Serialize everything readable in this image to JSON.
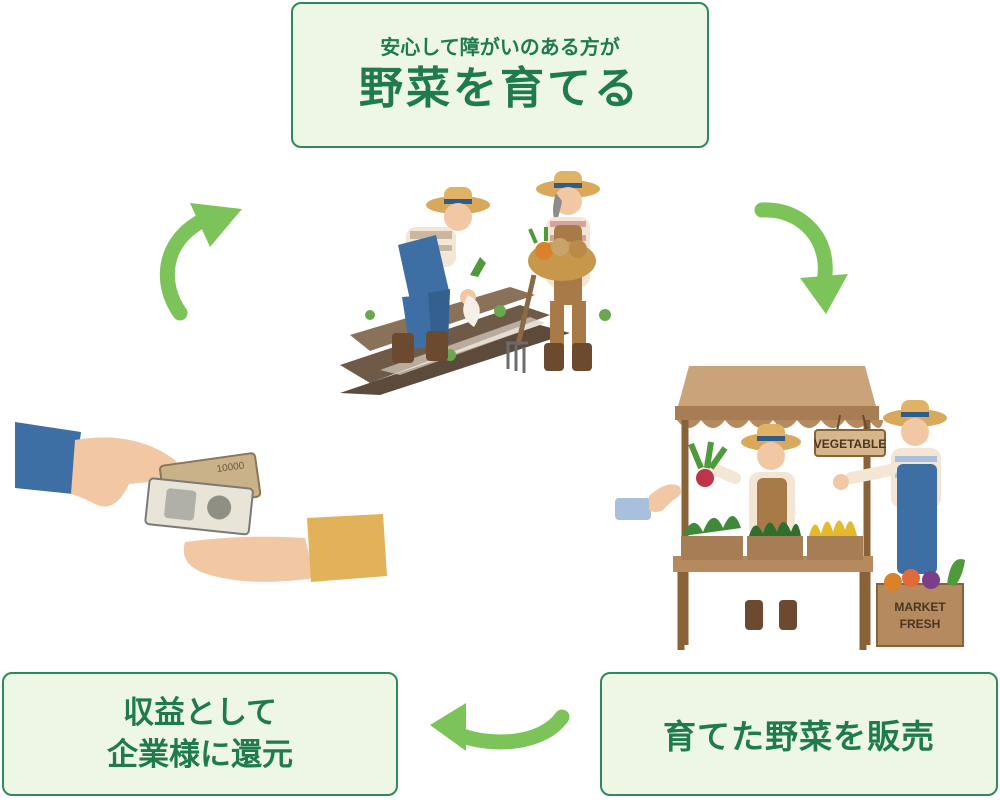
{
  "steps": {
    "grow": {
      "sub": "安心して障がいのある方が",
      "main": "野菜を育てる"
    },
    "sell": {
      "text": "育てた野菜を販売"
    },
    "return": {
      "line1": "収益として",
      "line2": "企業様に還元"
    }
  },
  "stand": {
    "sign": "VEGETABLE",
    "crate_line1": "MARKET",
    "crate_line2": "FRESH"
  },
  "banknote": {
    "number": "10000"
  },
  "colors": {
    "accent": "#2d8a5a",
    "box_fill": "#eef6e5",
    "arrow": "#7cc35a"
  },
  "icons": {
    "cycle_arrow": "curved-arrow-icon"
  }
}
